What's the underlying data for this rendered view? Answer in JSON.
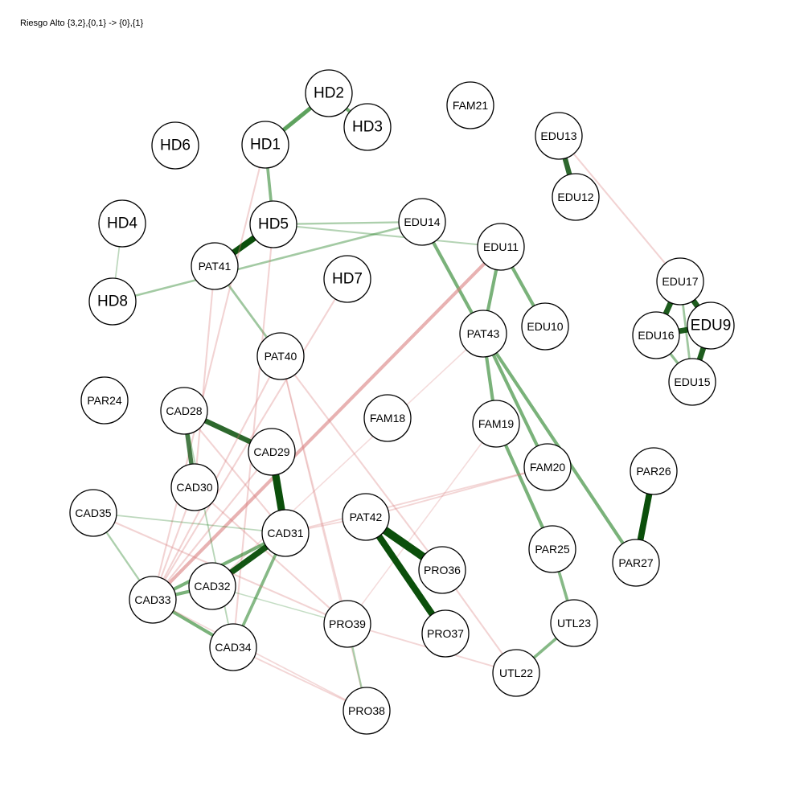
{
  "title": "Riesgo Alto {3,2},{0,1} -> {0},{1}",
  "colors": {
    "positive": "#1a7a1a",
    "positive_strong": "#0b4f0b",
    "negative": "#d77a7a",
    "node_fill": "#ffffff",
    "node_stroke": "#000000"
  },
  "nodes": [
    {
      "id": "HD2",
      "label": "HD2"
    },
    {
      "id": "HD3",
      "label": "HD3"
    },
    {
      "id": "HD1",
      "label": "HD1"
    },
    {
      "id": "HD6",
      "label": "HD6"
    },
    {
      "id": "FAM21",
      "label": "FAM21"
    },
    {
      "id": "EDU13",
      "label": "EDU13"
    },
    {
      "id": "EDU12",
      "label": "EDU12"
    },
    {
      "id": "HD4",
      "label": "HD4"
    },
    {
      "id": "HD5",
      "label": "HD5"
    },
    {
      "id": "EDU14",
      "label": "EDU14"
    },
    {
      "id": "EDU11",
      "label": "EDU11"
    },
    {
      "id": "PAT41",
      "label": "PAT41"
    },
    {
      "id": "HD7",
      "label": "HD7"
    },
    {
      "id": "HD8",
      "label": "HD8"
    },
    {
      "id": "EDU17",
      "label": "EDU17"
    },
    {
      "id": "EDU9",
      "label": "EDU9"
    },
    {
      "id": "EDU16",
      "label": "EDU16"
    },
    {
      "id": "PAT43",
      "label": "PAT43"
    },
    {
      "id": "EDU10",
      "label": "EDU10"
    },
    {
      "id": "PAT40",
      "label": "PAT40"
    },
    {
      "id": "EDU15",
      "label": "EDU15"
    },
    {
      "id": "PAR24",
      "label": "PAR24"
    },
    {
      "id": "CAD28",
      "label": "CAD28"
    },
    {
      "id": "FAM18",
      "label": "FAM18"
    },
    {
      "id": "FAM19",
      "label": "FAM19"
    },
    {
      "id": "CAD29",
      "label": "CAD29"
    },
    {
      "id": "FAM20",
      "label": "FAM20"
    },
    {
      "id": "PAR26",
      "label": "PAR26"
    },
    {
      "id": "CAD30",
      "label": "CAD30"
    },
    {
      "id": "CAD35",
      "label": "CAD35"
    },
    {
      "id": "PAT42",
      "label": "PAT42"
    },
    {
      "id": "CAD31",
      "label": "CAD31"
    },
    {
      "id": "PAR25",
      "label": "PAR25"
    },
    {
      "id": "PAR27",
      "label": "PAR27"
    },
    {
      "id": "PRO36",
      "label": "PRO36"
    },
    {
      "id": "CAD32",
      "label": "CAD32"
    },
    {
      "id": "CAD33",
      "label": "CAD33"
    },
    {
      "id": "UTL23",
      "label": "UTL23"
    },
    {
      "id": "PRO39",
      "label": "PRO39"
    },
    {
      "id": "PRO37",
      "label": "PRO37"
    },
    {
      "id": "CAD34",
      "label": "CAD34"
    },
    {
      "id": "UTL22",
      "label": "UTL22"
    },
    {
      "id": "PRO38",
      "label": "PRO38"
    }
  ],
  "edges": [
    {
      "source": "HD1",
      "target": "HD2",
      "weight": 0.45,
      "sign": "positive"
    },
    {
      "source": "HD2",
      "target": "HD3",
      "weight": 0.35,
      "sign": "positive"
    },
    {
      "source": "HD1",
      "target": "HD5",
      "weight": 0.3,
      "sign": "positive"
    },
    {
      "source": "HD5",
      "target": "PAT41",
      "weight": 0.75,
      "sign": "positive"
    },
    {
      "source": "HD5",
      "target": "EDU14",
      "weight": 0.15,
      "sign": "positive"
    },
    {
      "source": "HD5",
      "target": "EDU11",
      "weight": 0.12,
      "sign": "positive"
    },
    {
      "source": "HD4",
      "target": "HD8",
      "weight": 0.08,
      "sign": "positive"
    },
    {
      "source": "HD8",
      "target": "EDU14",
      "weight": 0.18,
      "sign": "positive"
    },
    {
      "source": "EDU13",
      "target": "EDU12",
      "weight": 0.6,
      "sign": "positive"
    },
    {
      "source": "EDU13",
      "target": "EDU17",
      "weight": 0.12,
      "sign": "negative"
    },
    {
      "source": "EDU17",
      "target": "EDU16",
      "weight": 0.65,
      "sign": "positive"
    },
    {
      "source": "EDU17",
      "target": "EDU9",
      "weight": 0.65,
      "sign": "positive"
    },
    {
      "source": "EDU17",
      "target": "EDU15",
      "weight": 0.2,
      "sign": "positive"
    },
    {
      "source": "EDU16",
      "target": "EDU9",
      "weight": 0.65,
      "sign": "positive"
    },
    {
      "source": "EDU16",
      "target": "EDU15",
      "weight": 0.25,
      "sign": "positive"
    },
    {
      "source": "EDU9",
      "target": "EDU15",
      "weight": 0.65,
      "sign": "positive"
    },
    {
      "source": "EDU14",
      "target": "PAT43",
      "weight": 0.35,
      "sign": "positive"
    },
    {
      "source": "EDU11",
      "target": "PAT43",
      "weight": 0.35,
      "sign": "positive"
    },
    {
      "source": "EDU11",
      "target": "EDU10",
      "weight": 0.35,
      "sign": "positive"
    },
    {
      "source": "EDU11",
      "target": "CAD33",
      "weight": 0.35,
      "sign": "negative"
    },
    {
      "source": "PAT41",
      "target": "PAT40",
      "weight": 0.2,
      "sign": "positive"
    },
    {
      "source": "PAT41",
      "target": "CAD30",
      "weight": 0.12,
      "sign": "negative"
    },
    {
      "source": "HD7",
      "target": "CAD33",
      "weight": 0.12,
      "sign": "negative"
    },
    {
      "source": "HD1",
      "target": "CAD33",
      "weight": 0.12,
      "sign": "negative"
    },
    {
      "source": "HD5",
      "target": "CAD34",
      "weight": 0.12,
      "sign": "negative"
    },
    {
      "source": "PAT43",
      "target": "FAM19",
      "weight": 0.35,
      "sign": "positive"
    },
    {
      "source": "PAT43",
      "target": "FAM20",
      "weight": 0.35,
      "sign": "positive"
    },
    {
      "source": "PAT43",
      "target": "PAR27",
      "weight": 0.35,
      "sign": "positive"
    },
    {
      "source": "PAT43",
      "target": "CAD32",
      "weight": 0.06,
      "sign": "negative"
    },
    {
      "source": "FAM19",
      "target": "PAR25",
      "weight": 0.35,
      "sign": "positive"
    },
    {
      "source": "FAM19",
      "target": "PRO39",
      "weight": 0.06,
      "sign": "negative"
    },
    {
      "source": "FAM20",
      "target": "CAD31",
      "weight": 0.1,
      "sign": "negative"
    },
    {
      "source": "PAR26",
      "target": "PAR27",
      "weight": 0.75,
      "sign": "positive"
    },
    {
      "source": "PAR25",
      "target": "UTL23",
      "weight": 0.3,
      "sign": "positive"
    },
    {
      "source": "UTL23",
      "target": "UTL22",
      "weight": 0.3,
      "sign": "positive"
    },
    {
      "source": "CAD28",
      "target": "CAD29",
      "weight": 0.6,
      "sign": "positive"
    },
    {
      "source": "CAD28",
      "target": "CAD30",
      "weight": 0.5,
      "sign": "positive"
    },
    {
      "source": "CAD28",
      "target": "CAD31",
      "weight": 0.12,
      "sign": "negative"
    },
    {
      "source": "CAD28",
      "target": "CAD34",
      "weight": 0.1,
      "sign": "positive"
    },
    {
      "source": "CAD29",
      "target": "CAD31",
      "weight": 0.9,
      "sign": "positive"
    },
    {
      "source": "CAD29",
      "target": "CAD33",
      "weight": 0.12,
      "sign": "negative"
    },
    {
      "source": "CAD30",
      "target": "CAD33",
      "weight": 0.12,
      "sign": "negative"
    },
    {
      "source": "CAD30",
      "target": "PRO39",
      "weight": 0.12,
      "sign": "negative"
    },
    {
      "source": "CAD31",
      "target": "CAD32",
      "weight": 0.7,
      "sign": "positive"
    },
    {
      "source": "CAD31",
      "target": "CAD33",
      "weight": 0.35,
      "sign": "positive"
    },
    {
      "source": "CAD31",
      "target": "CAD34",
      "weight": 0.3,
      "sign": "positive"
    },
    {
      "source": "CAD32",
      "target": "CAD33",
      "weight": 0.35,
      "sign": "positive"
    },
    {
      "source": "CAD33",
      "target": "CAD34",
      "weight": 0.35,
      "sign": "positive"
    },
    {
      "source": "CAD35",
      "target": "CAD33",
      "weight": 0.15,
      "sign": "positive"
    },
    {
      "source": "CAD35",
      "target": "CAD31",
      "weight": 0.08,
      "sign": "positive"
    },
    {
      "source": "CAD35",
      "target": "PRO39",
      "weight": 0.12,
      "sign": "negative"
    },
    {
      "source": "PAT40",
      "target": "CAD33",
      "weight": 0.12,
      "sign": "negative"
    },
    {
      "source": "PAT40",
      "target": "PRO39",
      "weight": 0.12,
      "sign": "negative"
    },
    {
      "source": "PAT40",
      "target": "PRO36",
      "weight": 0.12,
      "sign": "negative"
    },
    {
      "source": "PAT40",
      "target": "PRO38",
      "weight": 0.05,
      "sign": "negative"
    },
    {
      "source": "PAT42",
      "target": "PRO36",
      "weight": 1.0,
      "sign": "positive"
    },
    {
      "source": "PAT42",
      "target": "PRO37",
      "weight": 0.8,
      "sign": "positive"
    },
    {
      "source": "PAT42",
      "target": "FAM20",
      "weight": 0.1,
      "sign": "negative"
    },
    {
      "source": "PAT42",
      "target": "CAD31",
      "weight": 0.1,
      "sign": "negative"
    },
    {
      "source": "PRO36",
      "target": "UTL22",
      "weight": 0.12,
      "sign": "negative"
    },
    {
      "source": "PRO39",
      "target": "PRO38",
      "weight": 0.15,
      "sign": "positive"
    },
    {
      "source": "PRO39",
      "target": "UTL22",
      "weight": 0.1,
      "sign": "negative"
    },
    {
      "source": "CAD34",
      "target": "PRO38",
      "weight": 0.1,
      "sign": "negative"
    },
    {
      "source": "CAD33",
      "target": "PRO38",
      "weight": 0.08,
      "sign": "negative"
    },
    {
      "source": "CAD32",
      "target": "PRO39",
      "weight": 0.05,
      "sign": "positive"
    }
  ]
}
